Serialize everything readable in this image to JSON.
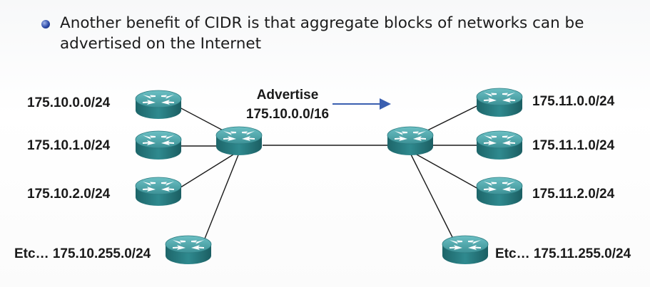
{
  "slide": {
    "bullet_text": "Another benefit of CIDR is that aggregate blocks of networks can be advertised on the Internet"
  },
  "advertise": {
    "line1": "Advertise",
    "line2": "175.10.0.0/16"
  },
  "left_networks": [
    "175.10.0.0/24",
    "175.10.1.0/24",
    "175.10.2.0/24",
    "Etc… 175.10.255.0/24"
  ],
  "right_networks": [
    "175.11.0.0/24",
    "175.11.1.0/24",
    "175.11.2.0/24",
    "Etc… 175.11.255.0/24"
  ],
  "colors": {
    "router_top": "#4fa8ad",
    "router_side": "#1f6f74",
    "link": "#1a1a1a",
    "arrow": "#3a5fb0"
  },
  "icons": {
    "router": "router-icon",
    "bullet": "bullet-dot"
  }
}
